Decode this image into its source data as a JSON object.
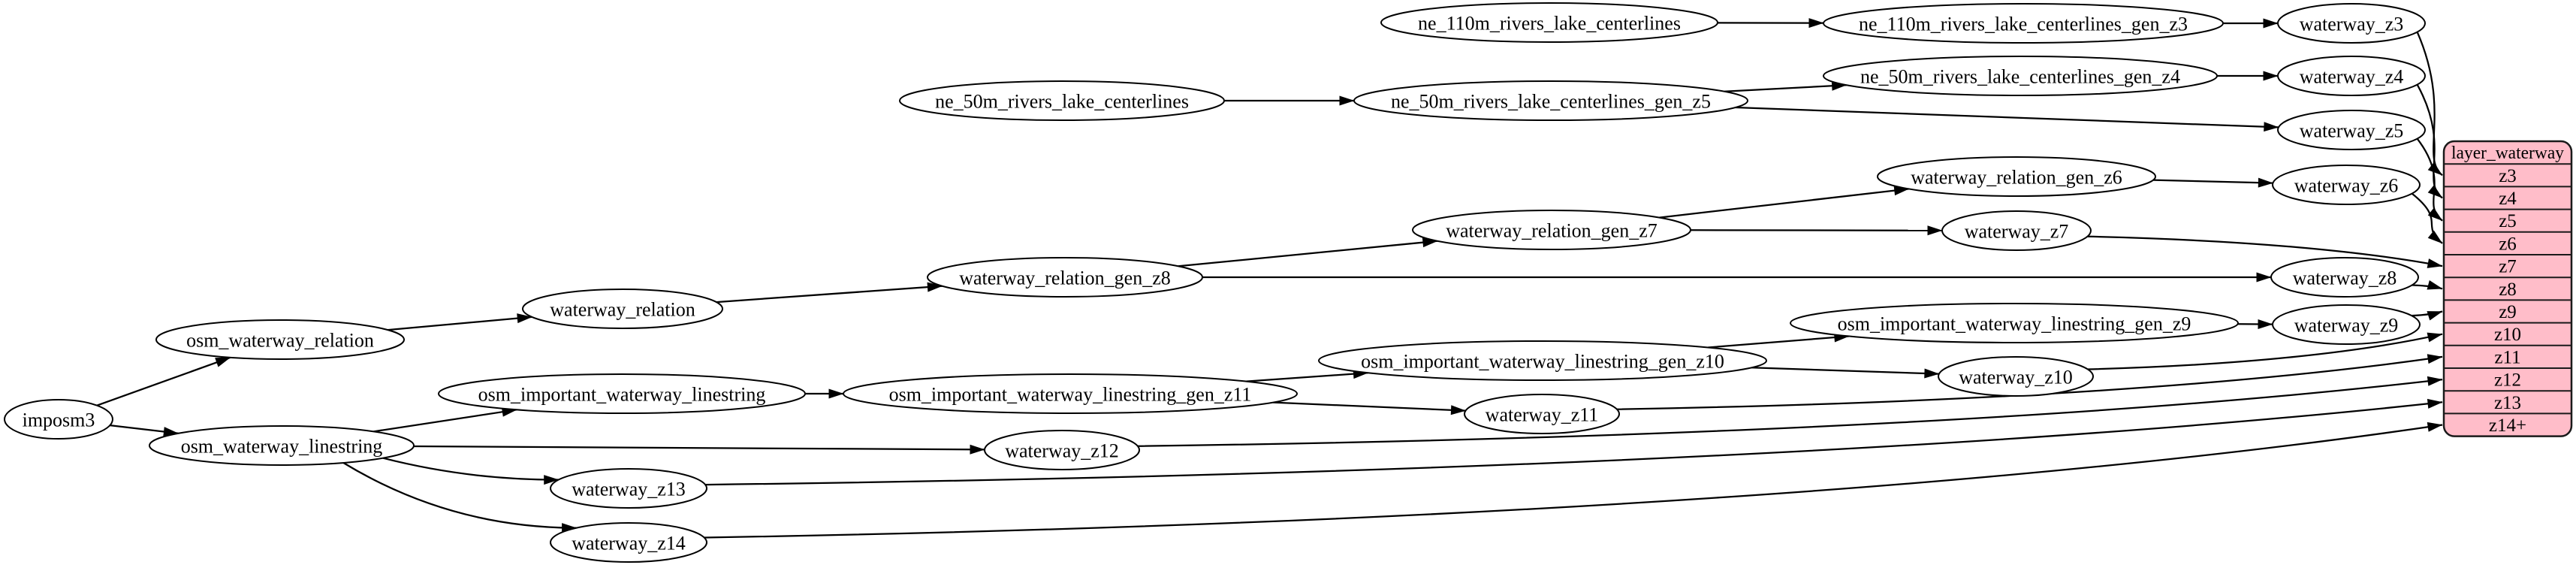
{
  "colors": {
    "background": "#ffffff",
    "node_fill": "#ffffff",
    "node_stroke": "#000000",
    "edge_stroke": "#000000",
    "table_fill": "#ffbdc9",
    "table_stroke": "#1a1a1a",
    "text": "#000000"
  },
  "nodes": [
    {
      "id": "imposm3",
      "label": "imposm3"
    },
    {
      "id": "osm_waterway_relation",
      "label": "osm_waterway_relation"
    },
    {
      "id": "waterway_relation",
      "label": "waterway_relation"
    },
    {
      "id": "waterway_relation_gen_z8",
      "label": "waterway_relation_gen_z8"
    },
    {
      "id": "waterway_relation_gen_z7",
      "label": "waterway_relation_gen_z7"
    },
    {
      "id": "waterway_relation_gen_z6",
      "label": "waterway_relation_gen_z6"
    },
    {
      "id": "ne_110m_rivers_lake_centerlines",
      "label": "ne_110m_rivers_lake_centerlines"
    },
    {
      "id": "ne_110m_rivers_lake_centerlines_gen_z3",
      "label": "ne_110m_rivers_lake_centerlines_gen_z3"
    },
    {
      "id": "ne_50m_rivers_lake_centerlines",
      "label": "ne_50m_rivers_lake_centerlines"
    },
    {
      "id": "ne_50m_rivers_lake_centerlines_gen_z5",
      "label": "ne_50m_rivers_lake_centerlines_gen_z5"
    },
    {
      "id": "ne_50m_rivers_lake_centerlines_gen_z4",
      "label": "ne_50m_rivers_lake_centerlines_gen_z4"
    },
    {
      "id": "osm_waterway_linestring",
      "label": "osm_waterway_linestring"
    },
    {
      "id": "osm_important_waterway_linestring",
      "label": "osm_important_waterway_linestring"
    },
    {
      "id": "osm_important_waterway_linestring_gen_z11",
      "label": "osm_important_waterway_linestring_gen_z11"
    },
    {
      "id": "osm_important_waterway_linestring_gen_z10",
      "label": "osm_important_waterway_linestring_gen_z10"
    },
    {
      "id": "osm_important_waterway_linestring_gen_z9",
      "label": "osm_important_waterway_linestring_gen_z9"
    },
    {
      "id": "waterway_z3",
      "label": "waterway_z3"
    },
    {
      "id": "waterway_z4",
      "label": "waterway_z4"
    },
    {
      "id": "waterway_z5",
      "label": "waterway_z5"
    },
    {
      "id": "waterway_z6",
      "label": "waterway_z6"
    },
    {
      "id": "waterway_z7",
      "label": "waterway_z7"
    },
    {
      "id": "waterway_z8",
      "label": "waterway_z8"
    },
    {
      "id": "waterway_z9",
      "label": "waterway_z9"
    },
    {
      "id": "waterway_z10",
      "label": "waterway_z10"
    },
    {
      "id": "waterway_z11",
      "label": "waterway_z11"
    },
    {
      "id": "waterway_z12",
      "label": "waterway_z12"
    },
    {
      "id": "waterway_z13",
      "label": "waterway_z13"
    },
    {
      "id": "waterway_z14",
      "label": "waterway_z14"
    }
  ],
  "table": {
    "title": "layer_waterway",
    "rows": [
      "z3",
      "z4",
      "z5",
      "z6",
      "z7",
      "z8",
      "z9",
      "z10",
      "z11",
      "z12",
      "z13",
      "z14+"
    ]
  },
  "edges": [
    {
      "from": "imposm3",
      "to": "osm_waterway_relation"
    },
    {
      "from": "imposm3",
      "to": "osm_waterway_linestring"
    },
    {
      "from": "osm_waterway_relation",
      "to": "waterway_relation"
    },
    {
      "from": "waterway_relation",
      "to": "waterway_relation_gen_z8"
    },
    {
      "from": "waterway_relation_gen_z8",
      "to": "waterway_relation_gen_z7"
    },
    {
      "from": "waterway_relation_gen_z8",
      "to": "waterway_z8"
    },
    {
      "from": "waterway_relation_gen_z7",
      "to": "waterway_relation_gen_z6"
    },
    {
      "from": "waterway_relation_gen_z7",
      "to": "waterway_z7"
    },
    {
      "from": "waterway_relation_gen_z6",
      "to": "waterway_z6"
    },
    {
      "from": "ne_110m_rivers_lake_centerlines",
      "to": "ne_110m_rivers_lake_centerlines_gen_z3"
    },
    {
      "from": "ne_110m_rivers_lake_centerlines_gen_z3",
      "to": "waterway_z3"
    },
    {
      "from": "ne_50m_rivers_lake_centerlines",
      "to": "ne_50m_rivers_lake_centerlines_gen_z5"
    },
    {
      "from": "ne_50m_rivers_lake_centerlines_gen_z5",
      "to": "ne_50m_rivers_lake_centerlines_gen_z4"
    },
    {
      "from": "ne_50m_rivers_lake_centerlines_gen_z5",
      "to": "waterway_z5"
    },
    {
      "from": "ne_50m_rivers_lake_centerlines_gen_z4",
      "to": "waterway_z4"
    },
    {
      "from": "osm_waterway_linestring",
      "to": "osm_important_waterway_linestring"
    },
    {
      "from": "osm_waterway_linestring",
      "to": "waterway_z12"
    },
    {
      "from": "osm_waterway_linestring",
      "to": "waterway_z13"
    },
    {
      "from": "osm_waterway_linestring",
      "to": "waterway_z14"
    },
    {
      "from": "osm_important_waterway_linestring",
      "to": "osm_important_waterway_linestring_gen_z11"
    },
    {
      "from": "osm_important_waterway_linestring_gen_z11",
      "to": "osm_important_waterway_linestring_gen_z10"
    },
    {
      "from": "osm_important_waterway_linestring_gen_z11",
      "to": "waterway_z11"
    },
    {
      "from": "osm_important_waterway_linestring_gen_z10",
      "to": "osm_important_waterway_linestring_gen_z9"
    },
    {
      "from": "osm_important_waterway_linestring_gen_z10",
      "to": "waterway_z10"
    },
    {
      "from": "osm_important_waterway_linestring_gen_z9",
      "to": "waterway_z9"
    },
    {
      "from": "waterway_z3",
      "to": "layer_waterway:z3"
    },
    {
      "from": "waterway_z4",
      "to": "layer_waterway:z4"
    },
    {
      "from": "waterway_z5",
      "to": "layer_waterway:z5"
    },
    {
      "from": "waterway_z6",
      "to": "layer_waterway:z6"
    },
    {
      "from": "waterway_z7",
      "to": "layer_waterway:z7"
    },
    {
      "from": "waterway_z8",
      "to": "layer_waterway:z8"
    },
    {
      "from": "waterway_z9",
      "to": "layer_waterway:z9"
    },
    {
      "from": "waterway_z10",
      "to": "layer_waterway:z10"
    },
    {
      "from": "waterway_z11",
      "to": "layer_waterway:z11"
    },
    {
      "from": "waterway_z12",
      "to": "layer_waterway:z12"
    },
    {
      "from": "waterway_z13",
      "to": "layer_waterway:z13"
    },
    {
      "from": "waterway_z14",
      "to": "layer_waterway:z14+"
    }
  ]
}
